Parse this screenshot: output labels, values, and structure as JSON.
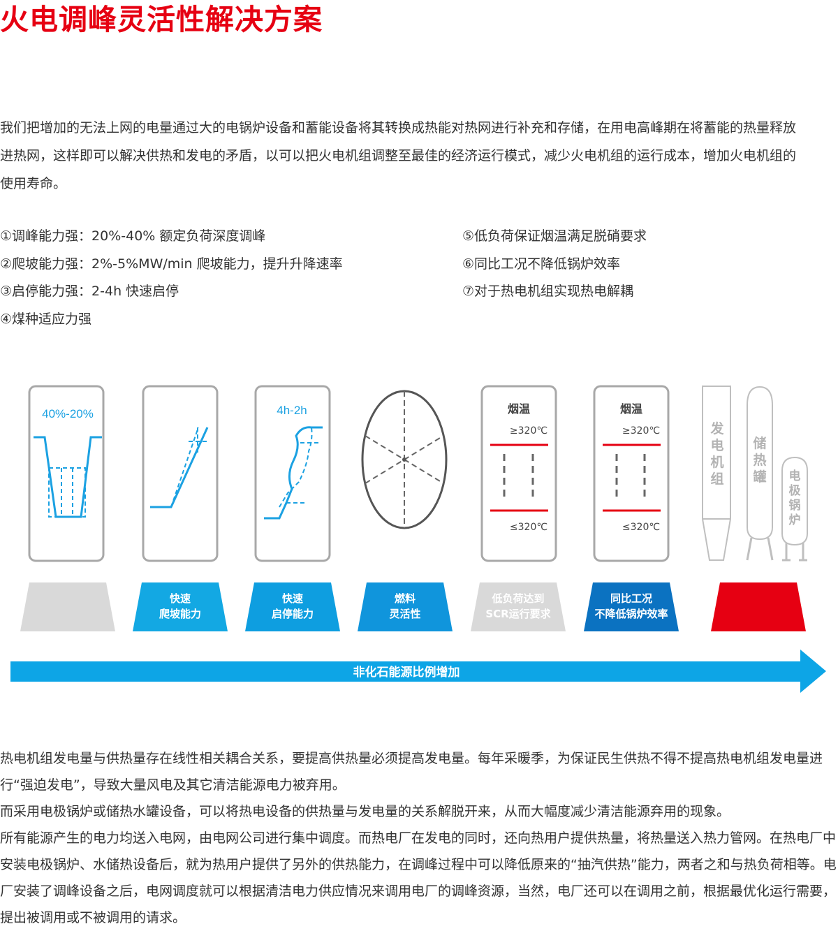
{
  "title": "火电调峰灵活性解决方案",
  "intro": {
    "paragraph": "我们把增加的无法上网的电量通过大的电锅炉设备和蓄能设备将其转换成热能对热网进行补充和存储，在用电高峰期在将蓄能的热量释放进热网，这样即可以解决供热和发电的矛盾，以可以把火电机组调整至最佳的经济运行模式，减少火电机组的运行成本，增加火电机组的使用寿命。"
  },
  "features": {
    "left": [
      "①调峰能力强：20%-40% 额定负荷深度调峰",
      "②爬坡能力强：2%-5%MW/min 爬坡能力，提升升降速率",
      "③启停能力强：2-4h 快速启停",
      "④煤种适应力强"
    ],
    "right": [
      "⑤低负荷保证烟温满足脱硝要求",
      "⑥同比工况不降低锅炉效率",
      "⑦对于热电机组实现热电解耦"
    ]
  },
  "diagram": {
    "card1_label": "40%-20%",
    "card3_label": "4h-2h",
    "card5": {
      "title": "烟温",
      "top": "≥320℃",
      "bottom": "≤320℃"
    },
    "card6": {
      "title": "烟温",
      "top": "≥320℃",
      "bottom": "≤320℃"
    },
    "equipment": {
      "generator": [
        "发",
        "电",
        "机",
        "组"
      ],
      "storage_tank": [
        "储",
        "热",
        "罐"
      ],
      "boiler": [
        "电",
        "极",
        "锅",
        "炉"
      ]
    },
    "tags": [
      {
        "line1": "",
        "line2": "",
        "color": "#d9d9d9"
      },
      {
        "line1": "快速",
        "line2": "爬坡能力",
        "color": "#13a8e3"
      },
      {
        "line1": "快速",
        "line2": "启停能力",
        "color": "#0e9ee0"
      },
      {
        "line1": "燃料",
        "line2": "灵活性",
        "color": "#1095dc"
      },
      {
        "line1": "低负荷达到",
        "line2": "SCR运行要求",
        "color": "#d9d9d9"
      },
      {
        "line1": "同比工况",
        "line2": "不降低锅炉效率",
        "color": "#0b72c1"
      },
      {
        "line1": "",
        "line2": "",
        "color": "#e60012"
      }
    ],
    "arrow_label": "非化石能源比例增加",
    "colors": {
      "accent_blue": "#1ba1e2",
      "red": "#e60012",
      "frame_gray": "#a8a8a8",
      "arrow": "#0da5e6"
    }
  },
  "bottom": {
    "paragraphs": [
      "热电机组发电量与供热量存在线性相关耦合关系，要提高供热量必须提高发电量。每年采暖季，为保证民生供热不得不提高热电机组发电量进行“强迫发电”，导致大量风电及其它清洁能源电力被弃用。",
      "而采用电极锅炉或储热水罐设备，可以将热电设备的供热量与发电量的关系解脱开来，从而大幅度减少清洁能源弃用的现象。",
      "所有能源产生的电力均送入电网，由电网公司进行集中调度。而热电厂在发电的同时，还向热用户提供热量，将热量送入热力管网。在热电厂中安装电极锅炉、水储热设备后，就为热用户提供了另外的供热能力，在调峰过程中可以降低原来的“抽汽供热”能力，两者之和与热负荷相等。电厂安装了调峰设备之后，电网调度就可以根据清洁电力供应情况来调用电厂的调峰资源，当然，电厂还可以在调用之前，根据最优化运行需要，提出被调用或不被调用的请求。"
    ]
  }
}
